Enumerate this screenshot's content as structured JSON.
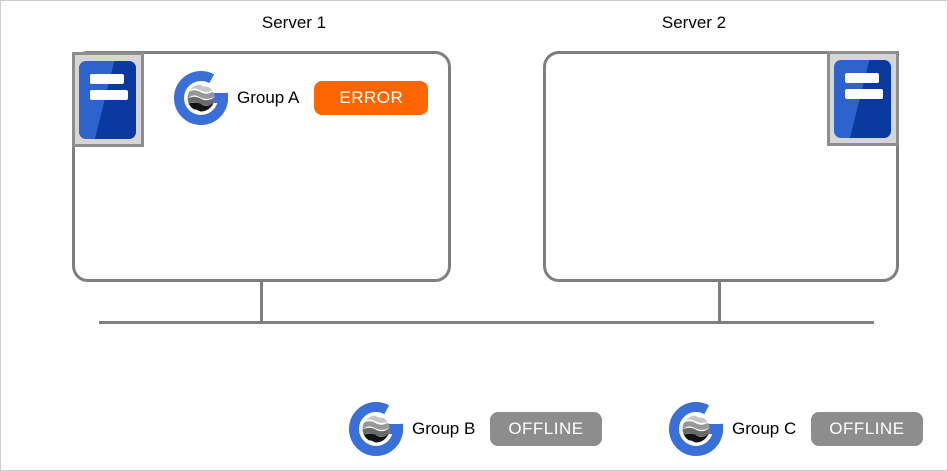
{
  "diagram": {
    "servers": [
      {
        "label": "Server 1",
        "groups": [
          {
            "name": "Group A",
            "status": "ERROR"
          }
        ]
      },
      {
        "label": "Server 2",
        "groups": []
      }
    ],
    "external_groups": [
      {
        "name": "Group B",
        "status": "OFFLINE"
      },
      {
        "name": "Group C",
        "status": "OFFLINE"
      }
    ],
    "status_colors": {
      "ERROR": "#ff6600",
      "OFFLINE": "#8d8d8d"
    },
    "icons": {
      "server": "server-tower-icon",
      "group": "group-globe-logo-icon"
    },
    "line_color": "#7f7f7f"
  }
}
